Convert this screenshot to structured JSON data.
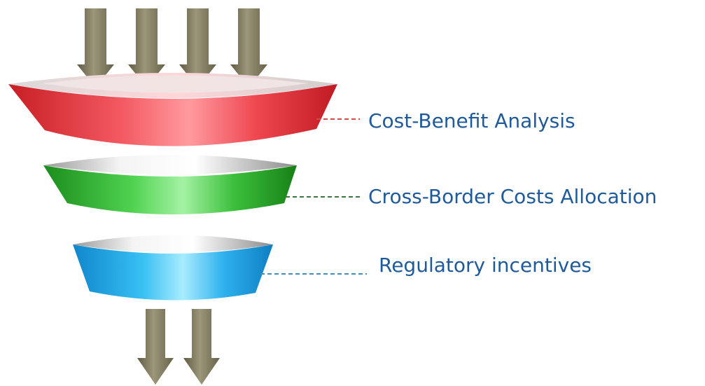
{
  "stages": [
    {
      "label": "Cost-Benefit Analysis",
      "color": "#e8333b",
      "connector_color": "#d84a4a"
    },
    {
      "label": "Cross-Border Costs Allocation",
      "color": "#27b327",
      "connector_color": "#3d7a3d"
    },
    {
      "label": "Regulatory incentives",
      "color": "#1aa6ea",
      "connector_color": "#3f8fbf"
    }
  ],
  "arrows": {
    "input_count": 4,
    "output_count": 2,
    "color": "#807a5c"
  },
  "label_color": "#1f5a9a"
}
